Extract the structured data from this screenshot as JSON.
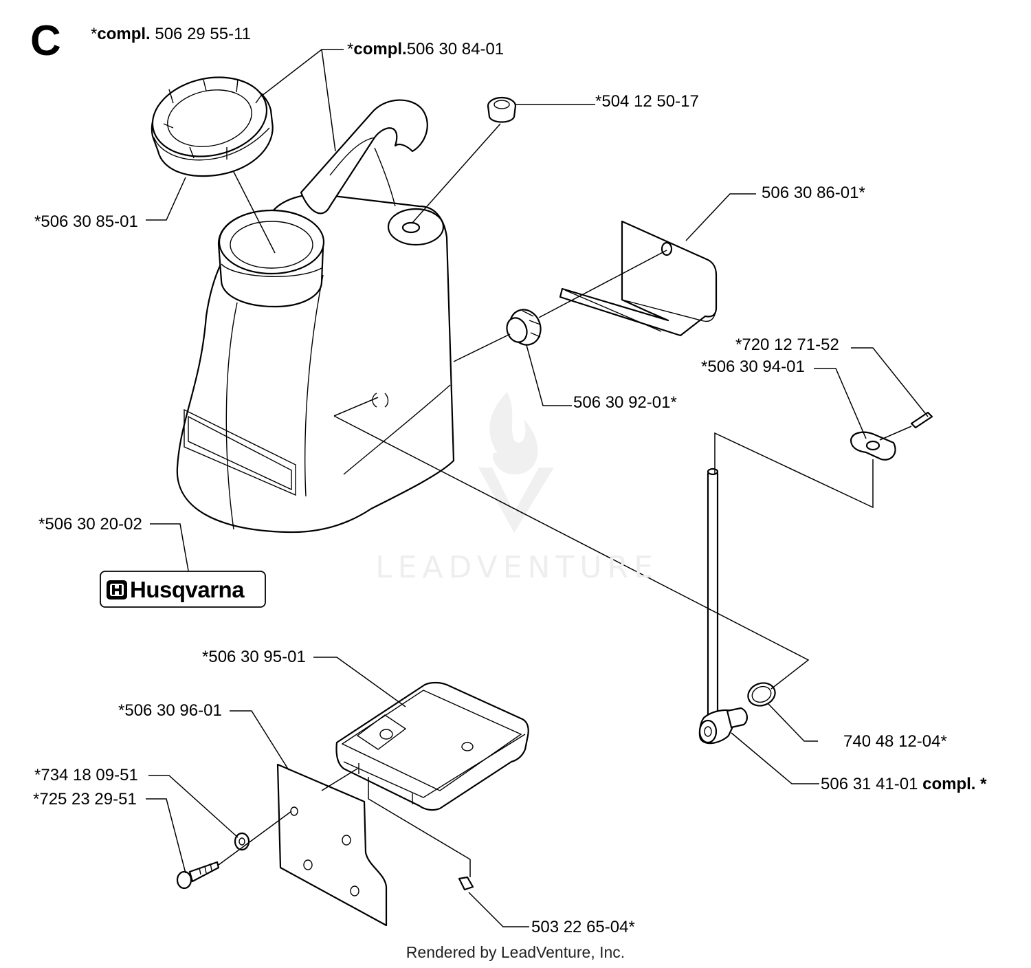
{
  "section_letter": "C",
  "watermark": "LEADVENTURE",
  "brand_logo_text": "Husqvarna",
  "footer": "Rendered by LeadVenture, Inc.",
  "callouts": [
    {
      "id": "c1",
      "prefix": "*",
      "bold": "compl.",
      "code": " 506 29 55-11",
      "suffix": ""
    },
    {
      "id": "c2",
      "prefix": "*",
      "bold": "compl.",
      "code": "506 30 84-01",
      "suffix": ""
    },
    {
      "id": "c3",
      "prefix": "",
      "bold": "",
      "code": "*504 12 50-17",
      "suffix": ""
    },
    {
      "id": "c4",
      "prefix": "",
      "bold": "",
      "code": "506 30 86-01*",
      "suffix": ""
    },
    {
      "id": "c5",
      "prefix": "",
      "bold": "",
      "code": "*506 30 85-01",
      "suffix": ""
    },
    {
      "id": "c6",
      "prefix": "",
      "bold": "",
      "code": "506 30 92-01*",
      "suffix": ""
    },
    {
      "id": "c7",
      "prefix": "",
      "bold": "",
      "code": "*720 12 71-52",
      "suffix": ""
    },
    {
      "id": "c8",
      "prefix": "",
      "bold": "",
      "code": "*506 30 94-01",
      "suffix": ""
    },
    {
      "id": "c9",
      "prefix": "",
      "bold": "",
      "code": "*506 30 20-02",
      "suffix": ""
    },
    {
      "id": "c10",
      "prefix": "",
      "bold": "",
      "code": "*506 30 95-01",
      "suffix": ""
    },
    {
      "id": "c11",
      "prefix": "",
      "bold": "",
      "code": "*506 30 96-01",
      "suffix": ""
    },
    {
      "id": "c12",
      "prefix": "",
      "bold": "",
      "code": "*734 18 09-51",
      "suffix": ""
    },
    {
      "id": "c13",
      "prefix": "",
      "bold": "",
      "code": "*725 23 29-51",
      "suffix": ""
    },
    {
      "id": "c14",
      "prefix": "",
      "bold": "",
      "code": "740 48 12-04*",
      "suffix": ""
    },
    {
      "id": "c15",
      "prefix": "",
      "bold": "",
      "code": "506 31 41-01 ",
      "suffix": "compl. *"
    },
    {
      "id": "c16",
      "prefix": "",
      "bold": "",
      "code": "503 22 65-04*",
      "suffix": ""
    }
  ]
}
